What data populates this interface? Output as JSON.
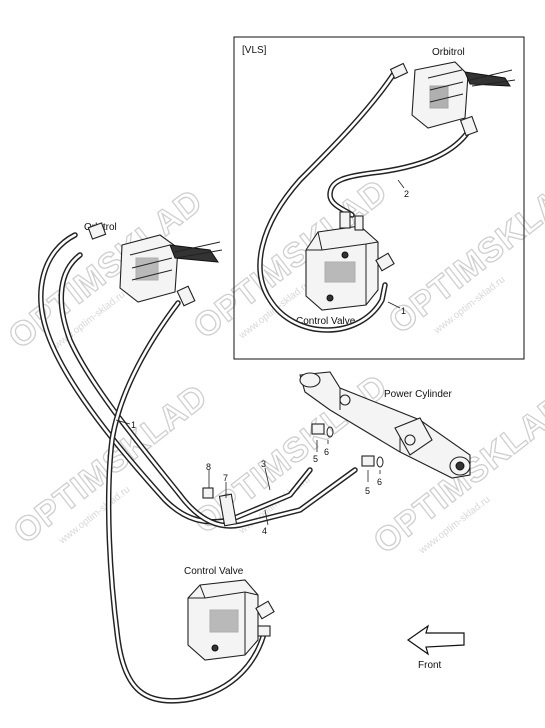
{
  "inset": {
    "tag": "[VLS]",
    "orbitrol_label": "Orbitrol",
    "control_valve_label": "Control Valve",
    "callouts": [
      "2",
      "1"
    ]
  },
  "main": {
    "orbitrol_label": "Orbitrol",
    "control_valve_label": "Control Valve",
    "power_cylinder_label": "Power Cylinder",
    "front_label": "Front",
    "callouts": {
      "hose_1": "1",
      "hose_3": "3",
      "hose_4": "4",
      "bolt_8": "8",
      "clamp_7": "7",
      "fitting_5a": "5",
      "oring_6a": "6",
      "fitting_5b": "5",
      "oring_6b": "6"
    }
  },
  "watermark": {
    "brand": "OPTIMSKLAD",
    "site": "www.optim-sklad.ru"
  }
}
